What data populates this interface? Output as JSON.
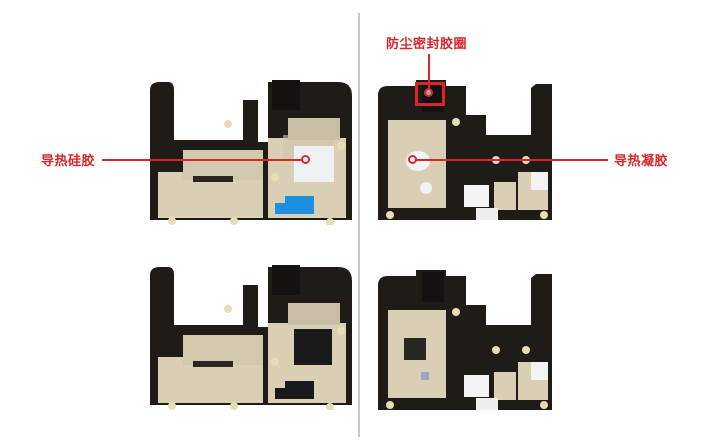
{
  "panels": {
    "left": {
      "top": {
        "annotation": {
          "label": "导热硅胶",
          "target": "thermal-silicone-pad"
        }
      },
      "bottom": {}
    },
    "right": {
      "top": {
        "annotations": [
          {
            "label": "防尘密封胶圈",
            "target": "dust-seal-gasket"
          },
          {
            "label": "导热凝胶",
            "target": "thermal-gel"
          }
        ]
      },
      "bottom": {}
    }
  },
  "colors": {
    "annotation_red": "#d8262a",
    "divider": "#c9c9cc",
    "pcb_black": "#1f1c18",
    "shield_gold": "#d9cfb4",
    "thermal_pad_white": "#eef0f3",
    "blue_pad": "#1e90e0"
  }
}
